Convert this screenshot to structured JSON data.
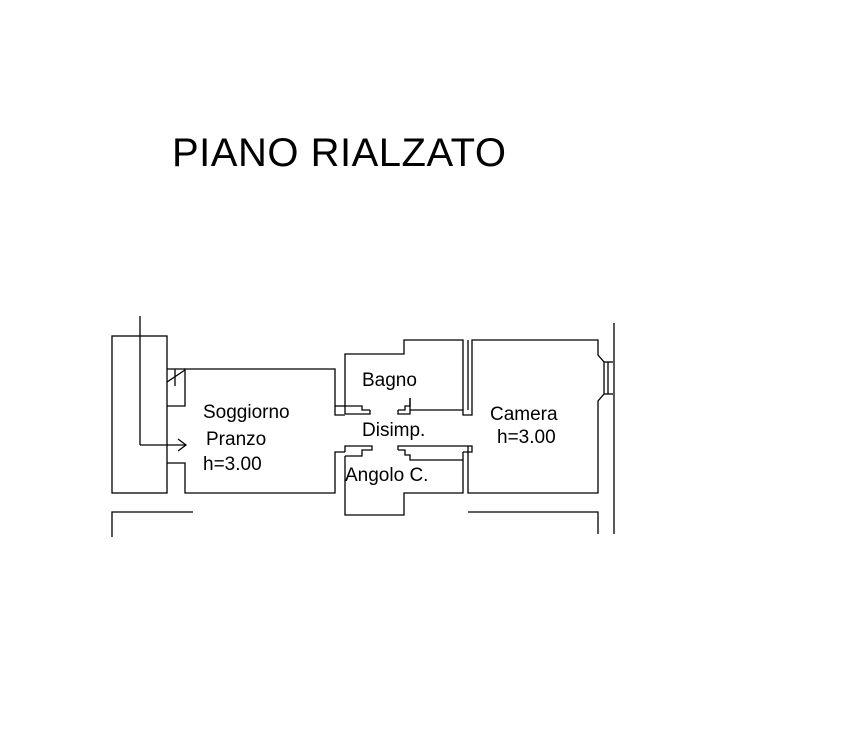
{
  "floor_title": "PIANO RIALZATO",
  "rooms": {
    "bagno": "Bagno",
    "disimpegno": "Disimp.",
    "angolo_cottura": "Angolo C.",
    "soggiorno_line1": "Soggiorno",
    "soggiorno_line2": "Pranzo",
    "soggiorno_height": "h=3.00",
    "camera": "Camera",
    "camera_height": "h=3.00"
  }
}
